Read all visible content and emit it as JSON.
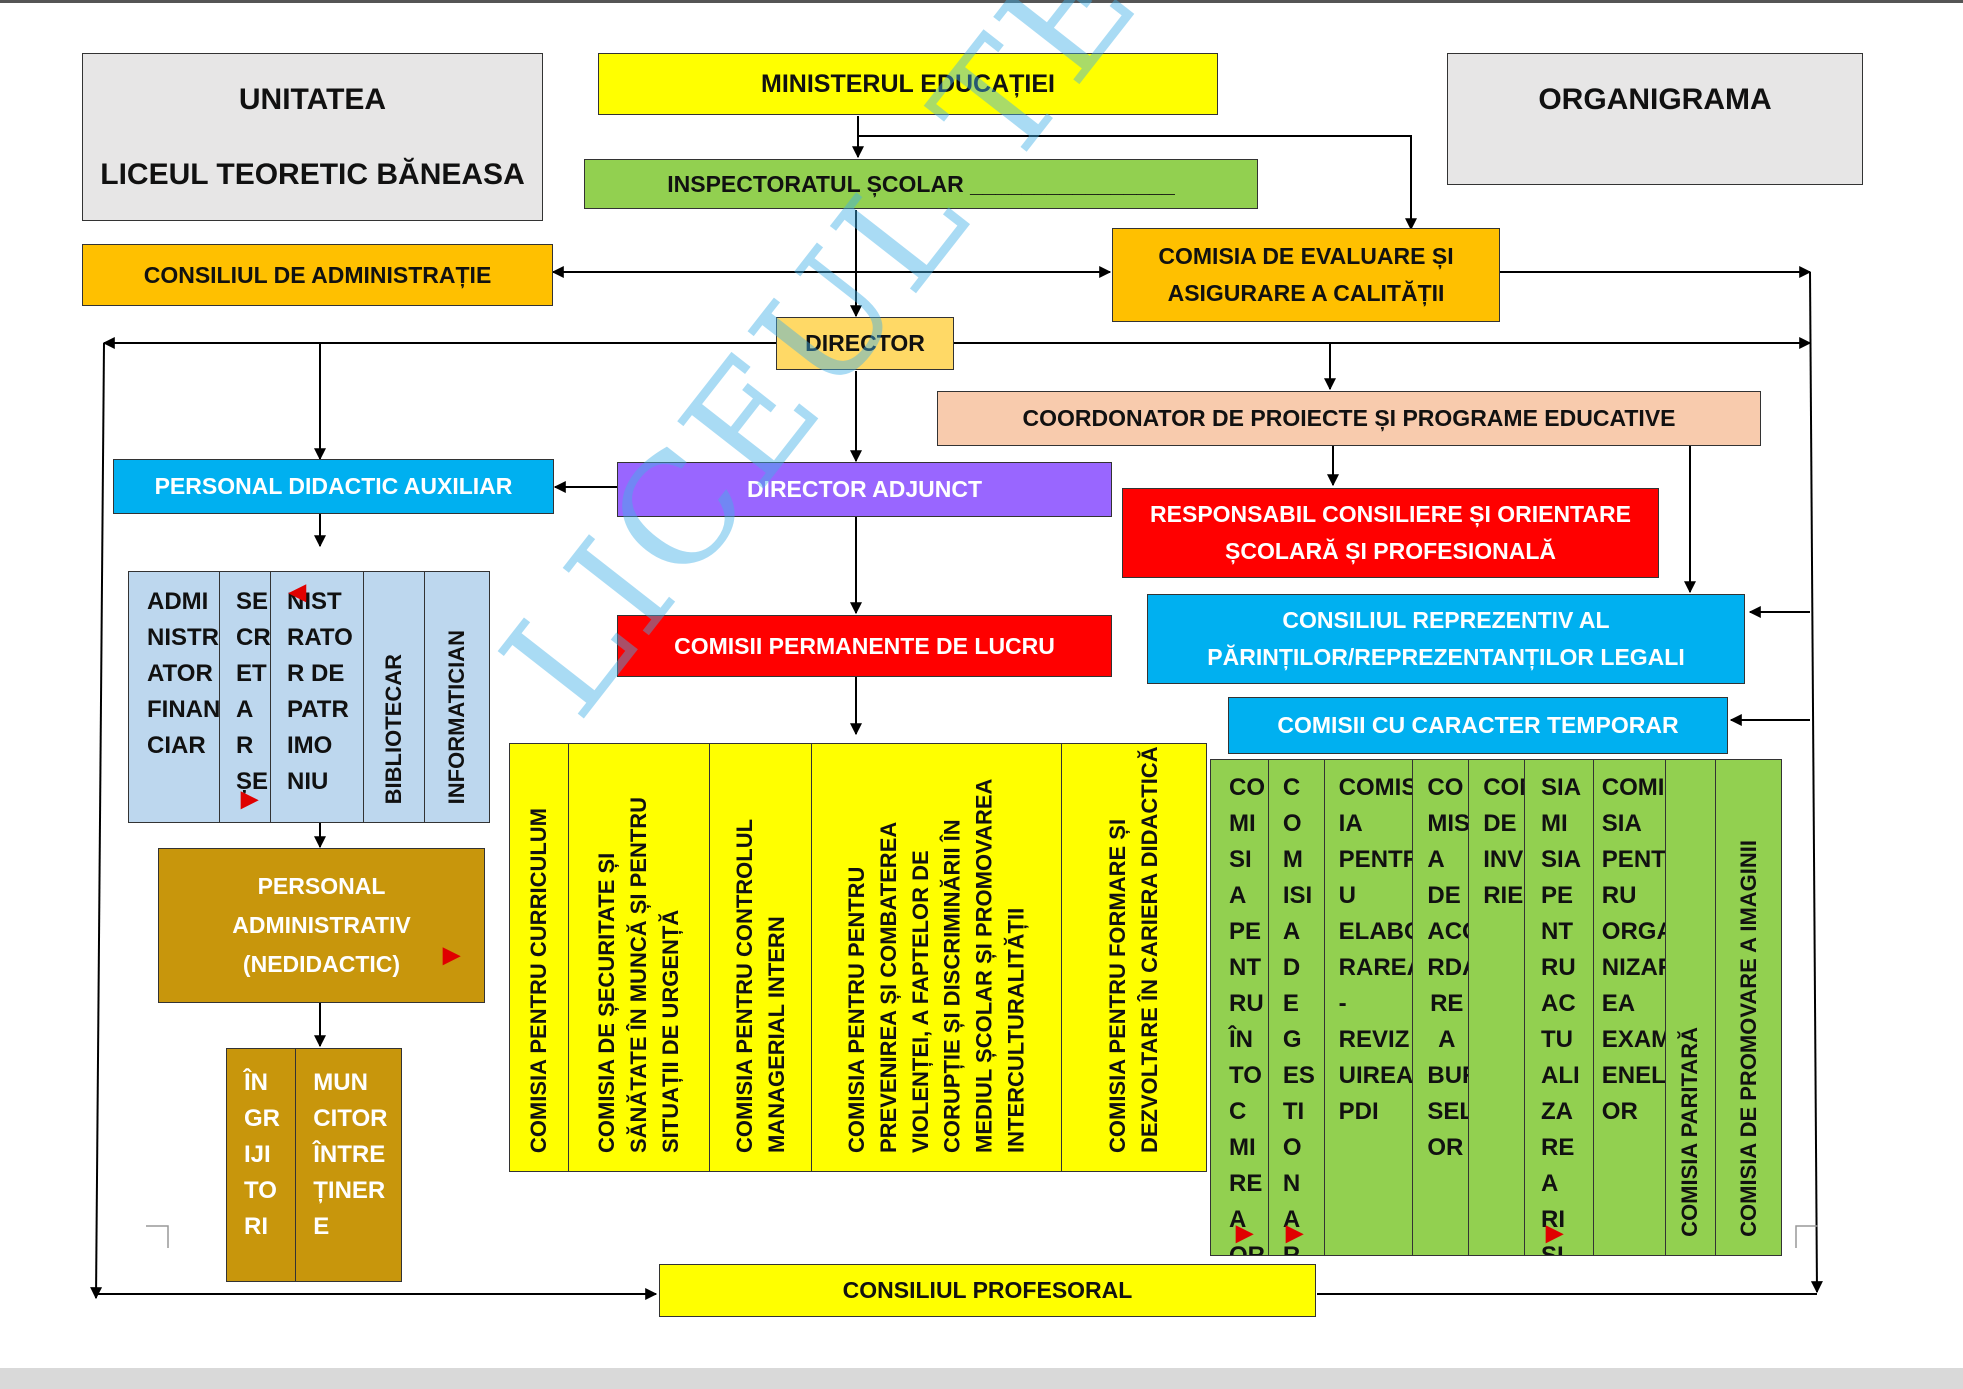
{
  "info_left": {
    "line1": "UNITATEA",
    "line2": "LICEUL TEORETIC BĂNEASA"
  },
  "info_right": {
    "title": "ORGANIGRAMA"
  },
  "watermark": "LICEUL TEORETIC BĂNEASA",
  "colors": {
    "yellow": "#ffff00",
    "green": "#92d050",
    "orange": "#ffc000",
    "director": "#ffd966",
    "peach": "#f8cbad",
    "purple": "#9966ff",
    "blue": "#00b0f0",
    "red": "#ff0000",
    "lightblue": "#bdd7ee",
    "gold": "#c8960c",
    "grey": "#e7e6e6"
  },
  "nodes": {
    "ministerul": "MINISTERUL EDUCAȚIEI",
    "inspectoratul": "INSPECTORATUL ȘCOLAR ________________",
    "consiliul_administratie": "CONSILIUL DE ADMINISTRAȚIE",
    "comisia_evaluare": {
      "line1": "COMISIA DE EVALUARE ȘI",
      "line2": "ASIGURARE  A CALITĂȚII"
    },
    "director": "DIRECTOR",
    "coordonator": "COORDONATOR DE PROIECTE ȘI PROGRAME EDUCATIVE",
    "personal_didactic_auxiliar": "PERSONAL DIDACTIC AUXILIAR",
    "director_adjunct": "DIRECTOR ADJUNCT",
    "responsabil": {
      "line1": "RESPONSABIL CONSILIERE ȘI ORIENTARE",
      "line2": "ȘCOLARĂ ȘI PROFESIONALĂ"
    },
    "consiliul_reprezentativ": {
      "line1": "CONSILIUL REPREZENTIV AL",
      "line2": "PĂRINȚILOR/REPREZENTANȚILOR LEGALI"
    },
    "comisii_permanente": "COMISII PERMANENTE DE LUCRU",
    "comisii_temporare": "COMISII CU CARACTER TEMPORAR",
    "personal_administrativ": {
      "line1": "PERSONAL",
      "line2": "ADMINISTRATIV",
      "line3": "(NEDIDACTIC)"
    },
    "consiliul_profesoral": "CONSILIUL  PROFESORAL"
  },
  "auxiliar_staff": {
    "administrator_financiar": [
      "ADMI",
      "NISTR",
      "ATOR",
      "FINAN",
      "CIAR"
    ],
    "secretar": [
      "SE",
      "CR",
      "ET",
      "A",
      "R",
      "ȘE"
    ],
    "administrator_patrimoniu": [
      "NIST",
      "RATO",
      "R DE",
      "PATR",
      "IMO",
      "NIU"
    ],
    "bibliotecar": "BIBLIOTECAR",
    "informatician": "INFORMATICIAN"
  },
  "nedidactic_staff": {
    "ingrijitori": [
      "ÎN",
      "GR",
      "IJI",
      "TO",
      "RI"
    ],
    "muncitor": [
      "MUN",
      "CITOR",
      "ÎNTRE",
      "ȚINER",
      "E"
    ]
  },
  "permanent_commissions": [
    "COMISIA PENTRU CURRICULUM",
    "COMISIA DE ȘECURITATE ȘI SĂNĂTATE ÎN MUNCĂ ȘI PENTRU SITUAȚII DE URGENȚĂ",
    "COMISIA PENTRU CONTROLUL MANAGERIAL INTERN",
    "COMISIA PENTRU PENTRU PREVENIREA ȘI COMBATEREA VIOLENȚEI, A FAPTELOR DE CORUPȚIE ȘI DISCRIMINĂRII ÎN MEDIUL ȘCOLAR ȘI PROMOVAREA INTERCULTURALITĂȚII",
    "COMISIA PENTRU FORMARE ȘI DEZVOLTARE ÎN CARIERA DIDACTICĂ"
  ],
  "temporary_commissions": {
    "inventariere_a": [
      "CO",
      "MI",
      "SI",
      "A",
      "PE",
      "NT",
      "RU",
      "ÎN",
      "TO",
      "C",
      "MI",
      "RE",
      "A",
      "OR"
    ],
    "inventariere_b": [
      "C",
      "O",
      "M",
      "ISI",
      "A",
      "D",
      "E",
      "G",
      "ES",
      "TI",
      "O",
      "N",
      "A",
      "R"
    ],
    "pdi": [
      "COMIS",
      "IA",
      "PENTR",
      "U",
      "ELABO",
      "RAREA",
      "-",
      "REVIZ",
      "UIREA",
      "PDI"
    ],
    "burse": [
      "CO",
      "MISI",
      "A",
      "DE",
      "ACO",
      "RDA",
      "RE A",
      "BUR",
      "SEL",
      "OR"
    ],
    "inventariere_c": [
      "COMIS",
      "DE",
      "INVE",
      "RIERE"
    ],
    "actualizare": [
      "SIA",
      "MI",
      "SIA",
      "PE",
      "NT",
      "RU",
      "AC",
      "TU",
      "ALI",
      "ZA",
      "RE",
      "A",
      "RI",
      "SI"
    ],
    "examene": [
      "COMI",
      "SIA",
      "PENT",
      "RU",
      "ORGA",
      "NIZAR",
      "EA",
      "EXAM",
      "ENEL",
      "OR"
    ],
    "paritara": "COMISIA PARITARĂ",
    "imagine": "COMISIA DE PROMOVARE A IMAGINII"
  }
}
